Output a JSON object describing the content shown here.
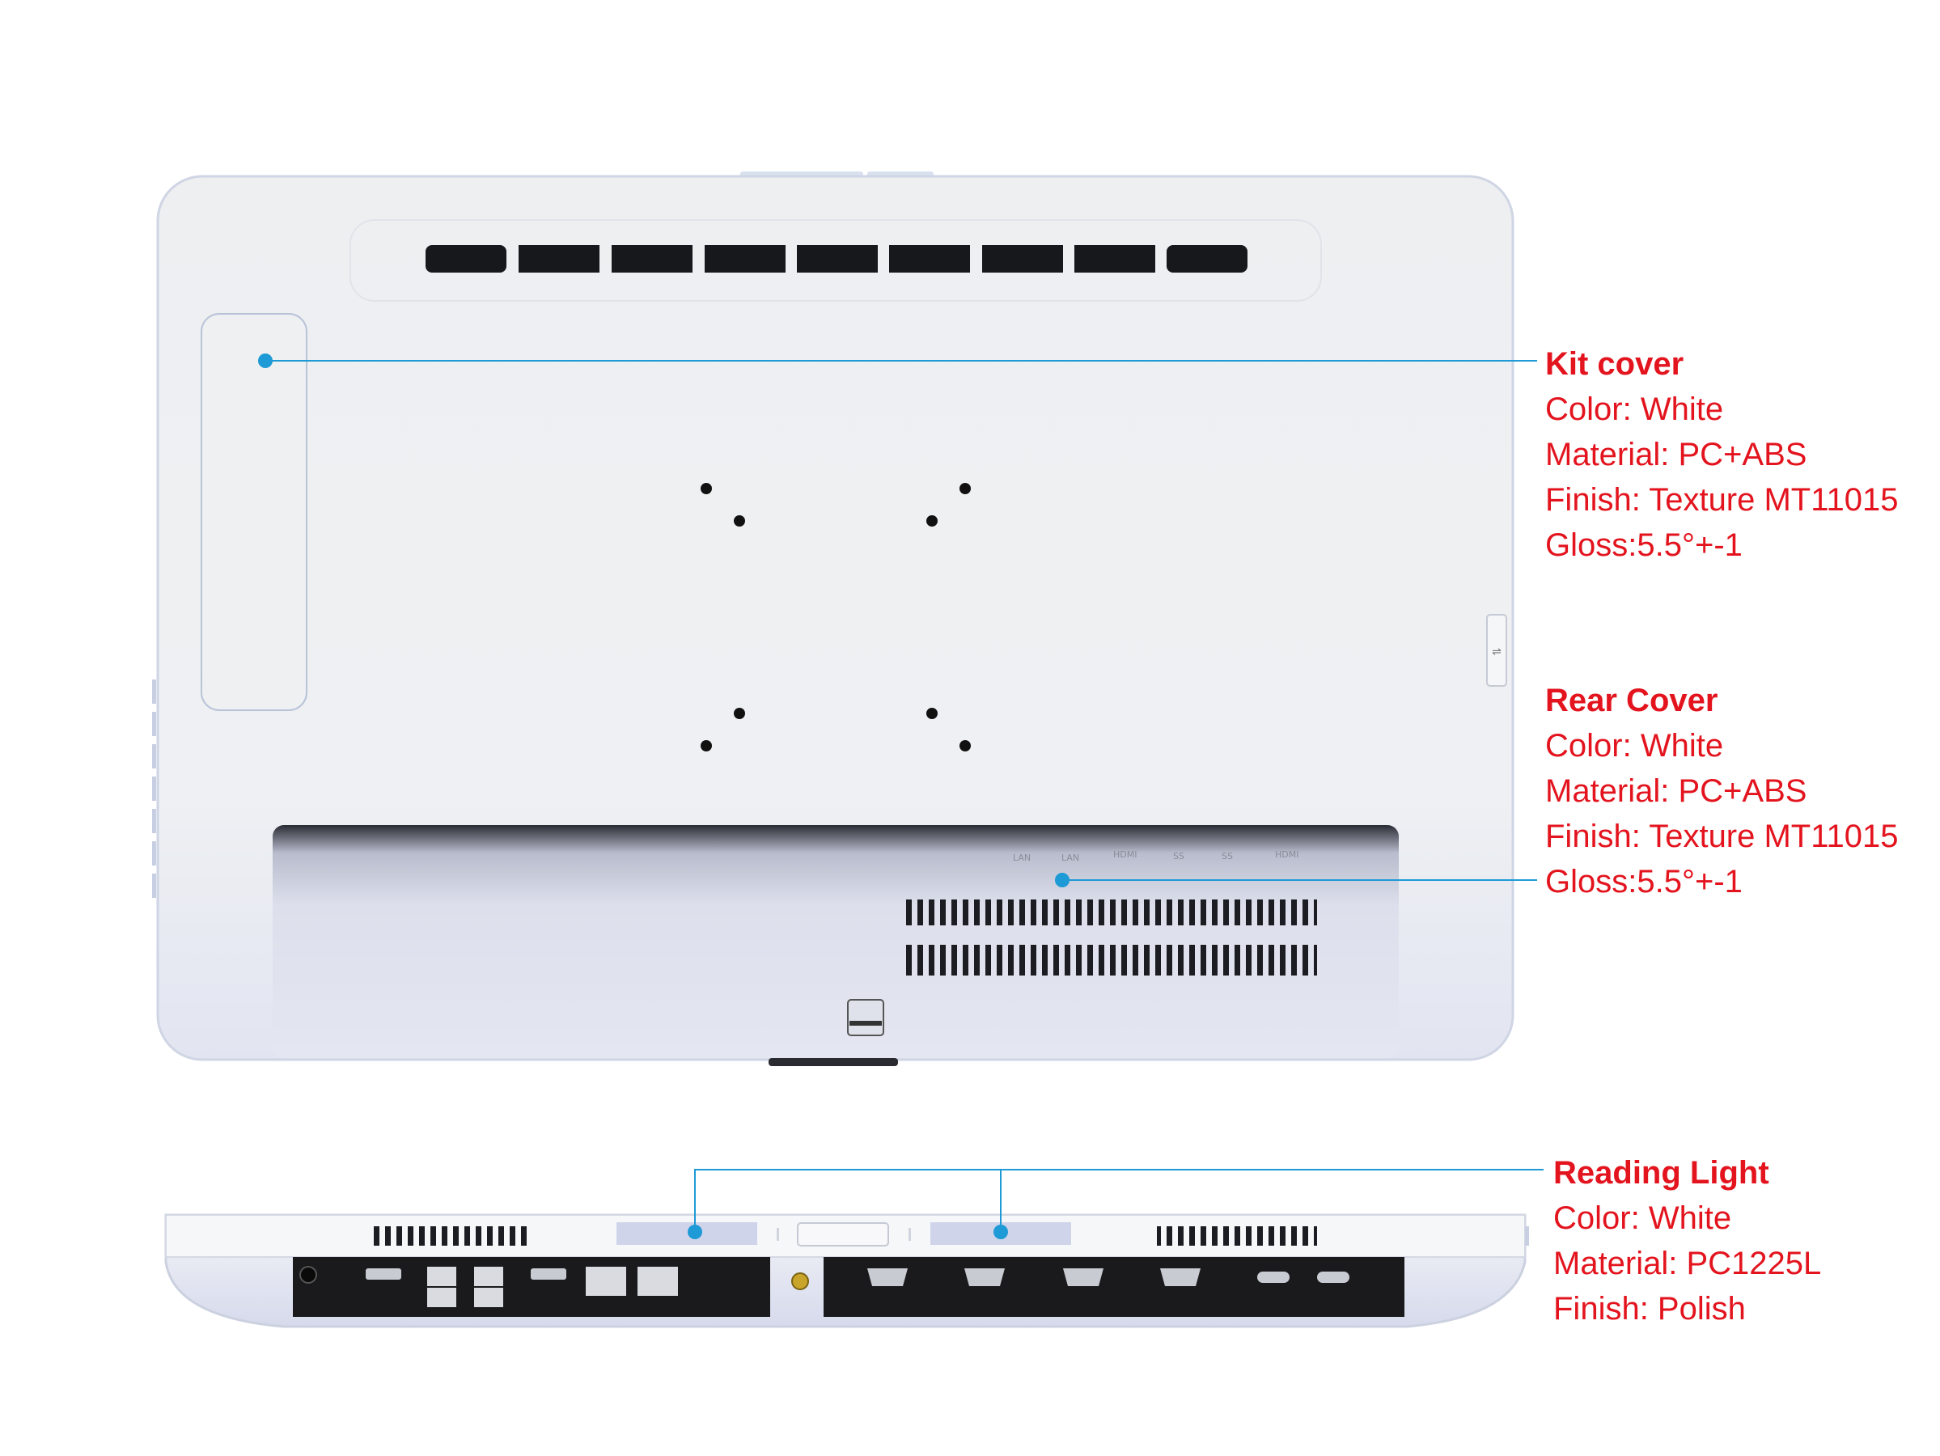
{
  "callouts": {
    "kit_cover": {
      "title": "Kit cover",
      "color": "Color: White",
      "material": "Material: PC+ABS",
      "finish": "Finish: Texture MT11015",
      "gloss": "Gloss:5.5°+-1"
    },
    "rear_cover": {
      "title": "Rear Cover",
      "color": "Color: White",
      "material": "Material: PC+ABS",
      "finish": "Finish: Texture MT11015",
      "gloss": "Gloss:5.5°+-1"
    },
    "reading_light": {
      "title": "Reading Light",
      "color": "Color: White",
      "material": "Material: PC1225L",
      "finish": "Finish: Polish"
    }
  },
  "colors": {
    "callout_text": "#e3141e",
    "leader_line": "#1e9ad6",
    "housing": "#eef0f2",
    "port_panel": "#1a1a1c"
  }
}
